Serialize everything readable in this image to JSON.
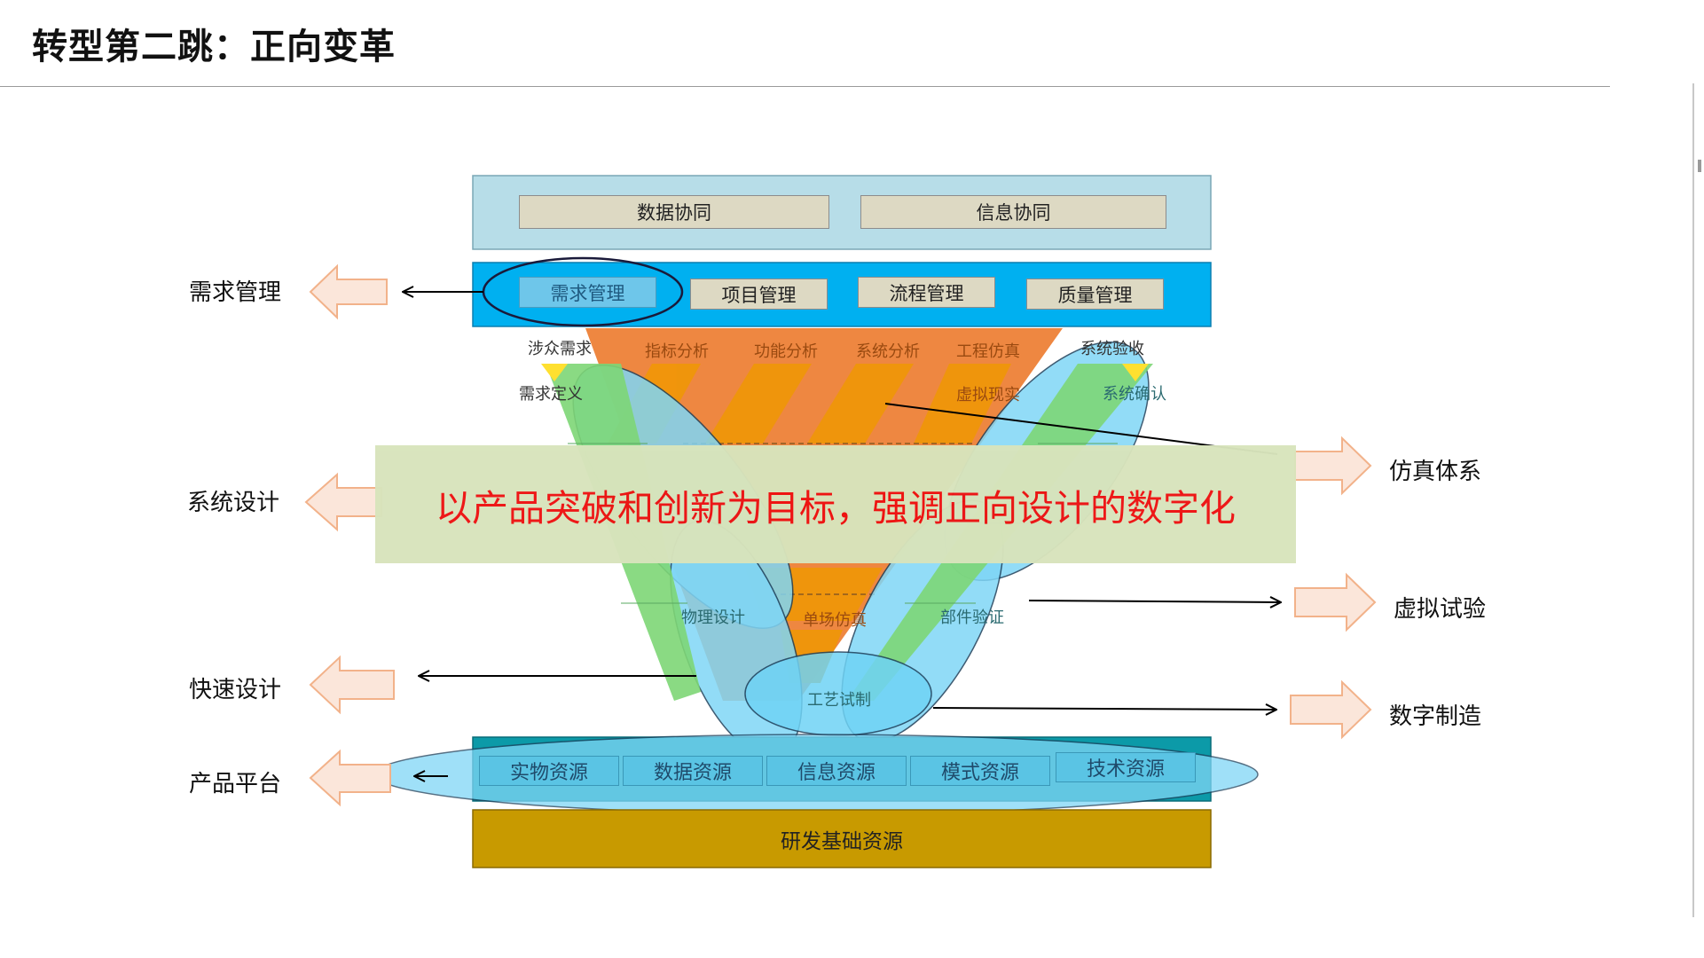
{
  "title": "转型第二跳：正向变革",
  "top_band": {
    "items": [
      "数据协同",
      "信息协同"
    ]
  },
  "mgmt_band": {
    "items": [
      "需求管理",
      "项目管理",
      "流程管理",
      "质量管理"
    ]
  },
  "v_labels": {
    "stakeholder_req": "涉众需求",
    "req_definition": "需求定义",
    "indicator_analysis": "指标分析",
    "function_analysis": "功能分析",
    "system_analysis": "系统分析",
    "engineering_sim": "工程仿真",
    "virtual_reality": "虚拟现实",
    "system_acceptance": "系统验收",
    "system_confirm": "系统确认",
    "physical_design": "物理设计",
    "single_field_sim": "单场仿真",
    "component_verify": "部件验证",
    "process_trial": "工艺试制"
  },
  "resources": {
    "items": [
      "实物资源",
      "数据资源",
      "信息资源",
      "模式资源",
      "技术资源"
    ]
  },
  "foundation": "研发基础资源",
  "left_outputs": [
    "需求管理",
    "系统设计",
    "快速设计",
    "产品平台"
  ],
  "right_outputs": [
    "仿真体系",
    "虚拟试验",
    "数字制造"
  ],
  "banner": "以产品突破和创新为目标，强调正向设计的数字化",
  "colors": {
    "top_band": "#b7dde8",
    "mgmt_band": "#00b0f0",
    "cell": "#ddd9c3",
    "resource_band": "#0c9aa8",
    "foundation": "#c89a00",
    "orange": "#ed7d31",
    "orange_dark": "#f0960a",
    "green": "#7dd675",
    "ellipse_blue": "#7fd6f6",
    "banner_bg": "#d8e4bc",
    "banner_text": "#ee1111"
  }
}
